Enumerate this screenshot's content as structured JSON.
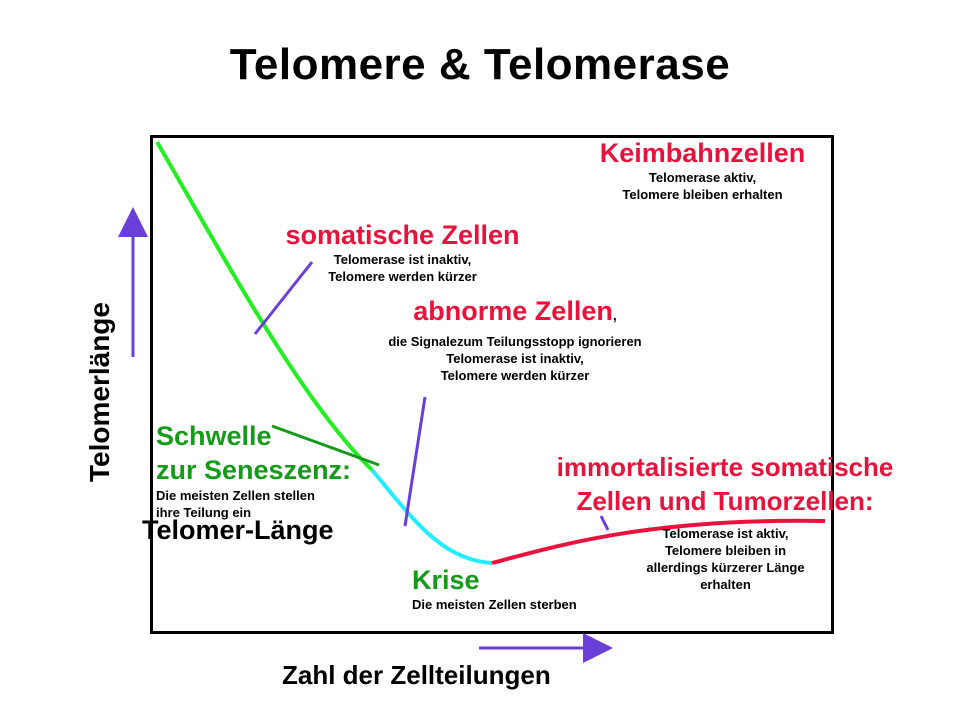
{
  "title": "Telomere & Telomerase",
  "axes": {
    "y_label": "Telomerlänge",
    "x_label": "Zahl der Zellteilungen"
  },
  "labels": {
    "keimbahn": {
      "heading": "Keimbahnzellen",
      "line1": "Telomerase aktiv,",
      "line2": "Telomere bleiben erhalten"
    },
    "somatisch": {
      "heading": "somatische Zellen",
      "line1": "Telomerase ist inaktiv,",
      "line2": "Telomere werden kürzer"
    },
    "abnorm": {
      "heading": "abnorme Zellen",
      "heading_suffix": ",",
      "line1": "die Signalezum Teilungsstopp ignorieren",
      "line2": "Telomerase ist inaktiv,",
      "line3": "Telomere werden kürzer"
    },
    "schwelle": {
      "line1": "Schwelle",
      "line2": "zur Seneszenz:",
      "small1": "Die meisten Zellen stellen",
      "small2": "ihre Teilung ein",
      "overlap": "Telomer-Länge"
    },
    "krise": {
      "heading": "Krise",
      "small": "Die meisten Zellen sterben"
    },
    "immortal": {
      "line1": "immortalisierte somatische",
      "line2": "Zellen und Tumorzellen:",
      "small1": "Telomerase ist aktiv,",
      "small2": "Telomere bleiben in",
      "small3": "allerdings kürzerer Länge",
      "small4": "erhalten"
    }
  },
  "colors": {
    "green_curve": "#22ee22",
    "cyan_curve": "#22eeff",
    "red_curve": "#e8133c",
    "arrow": "#6a3fd8",
    "pointer": "#6a3fd8",
    "heading_red": "#e8133c",
    "heading_green": "#159a1a"
  }
}
